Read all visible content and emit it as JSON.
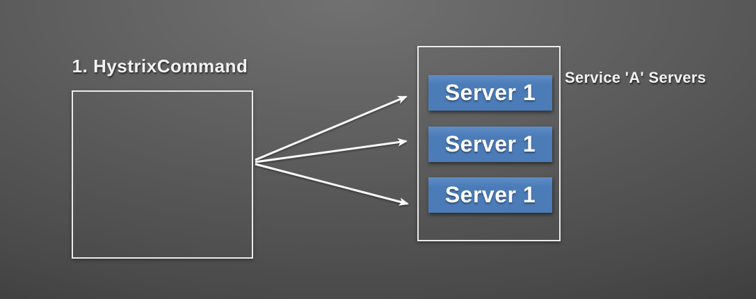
{
  "slide": {
    "title": "1. HystrixCommand",
    "service_label": "Service 'A' Servers",
    "servers": [
      {
        "label": "Server 1"
      },
      {
        "label": "Server 1"
      },
      {
        "label": "Server 1"
      }
    ],
    "colors": {
      "server_fill": "#4b7cb8",
      "server_fill_light": "#5f8dc6",
      "arrow": "#fafafa",
      "box_border": "#ececec",
      "text": "#f2f2f2"
    }
  }
}
